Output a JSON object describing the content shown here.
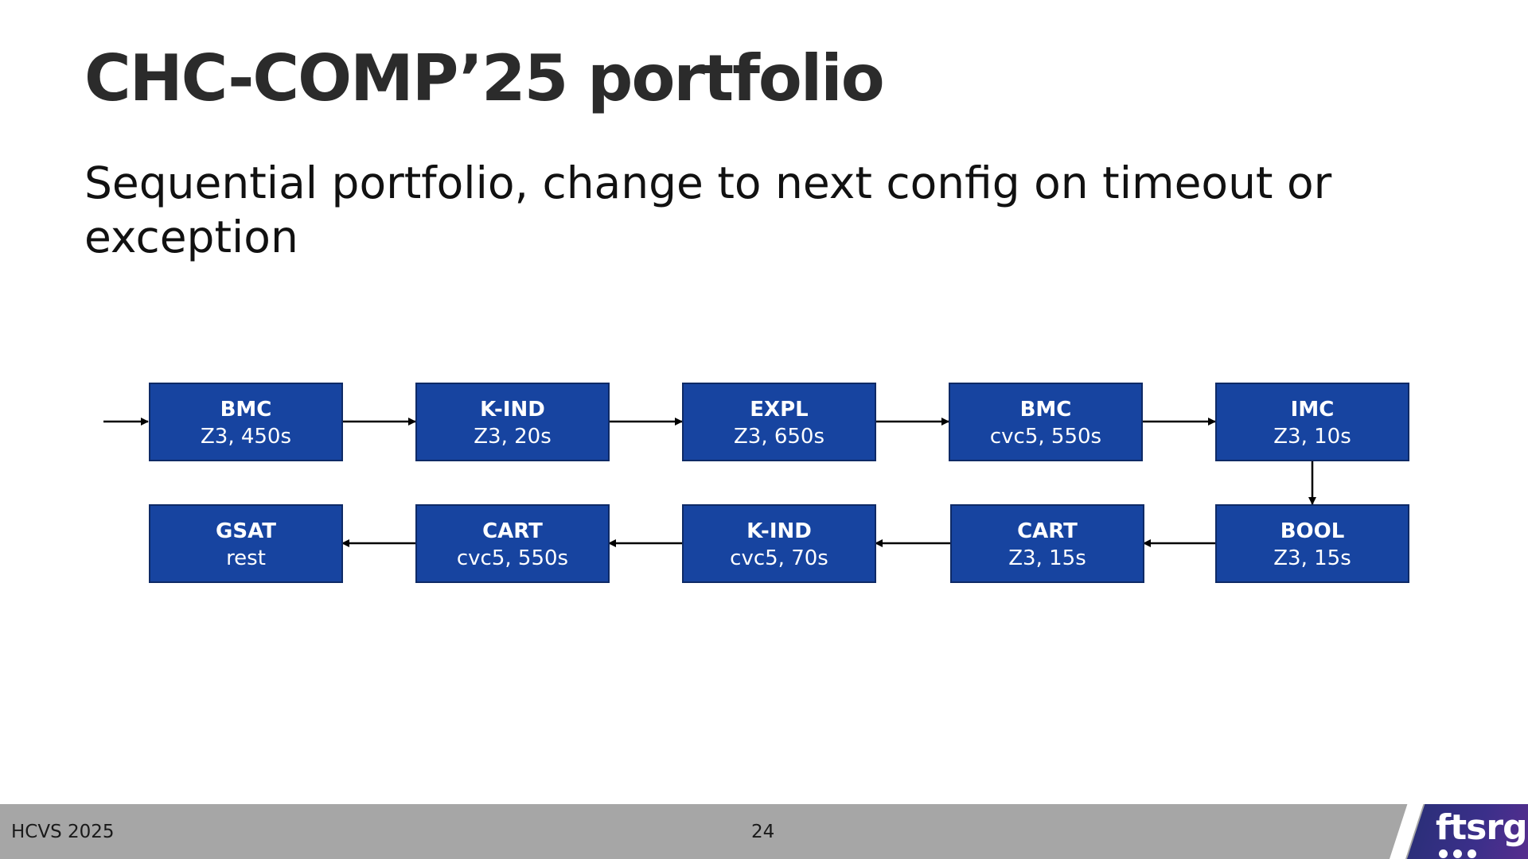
{
  "slide": {
    "title": "CHC-COMP’25 portfolio",
    "subtitle": "Sequential portfolio, change to next config on timeout or exception"
  },
  "diagram": {
    "box_color": "#1744a0",
    "box_border": "#0e2a66",
    "row1": [
      {
        "name": "BMC",
        "detail": "Z3, 450s"
      },
      {
        "name": "K-IND",
        "detail": "Z3, 20s"
      },
      {
        "name": "EXPL",
        "detail": "Z3, 650s"
      },
      {
        "name": "BMC",
        "detail": "cvc5, 550s"
      },
      {
        "name": "IMC",
        "detail": "Z3, 10s"
      }
    ],
    "row2": [
      {
        "name": "GSAT",
        "detail": "rest"
      },
      {
        "name": "CART",
        "detail": "cvc5, 550s"
      },
      {
        "name": "K-IND",
        "detail": "cvc5, 70s"
      },
      {
        "name": "CART",
        "detail": "Z3, 15s"
      },
      {
        "name": "BOOL",
        "detail": "Z3, 15s"
      }
    ]
  },
  "footer": {
    "event": "HCVS 2025",
    "page": "24",
    "logo": "ftsrg",
    "footer_color": "#a6a6a6"
  }
}
